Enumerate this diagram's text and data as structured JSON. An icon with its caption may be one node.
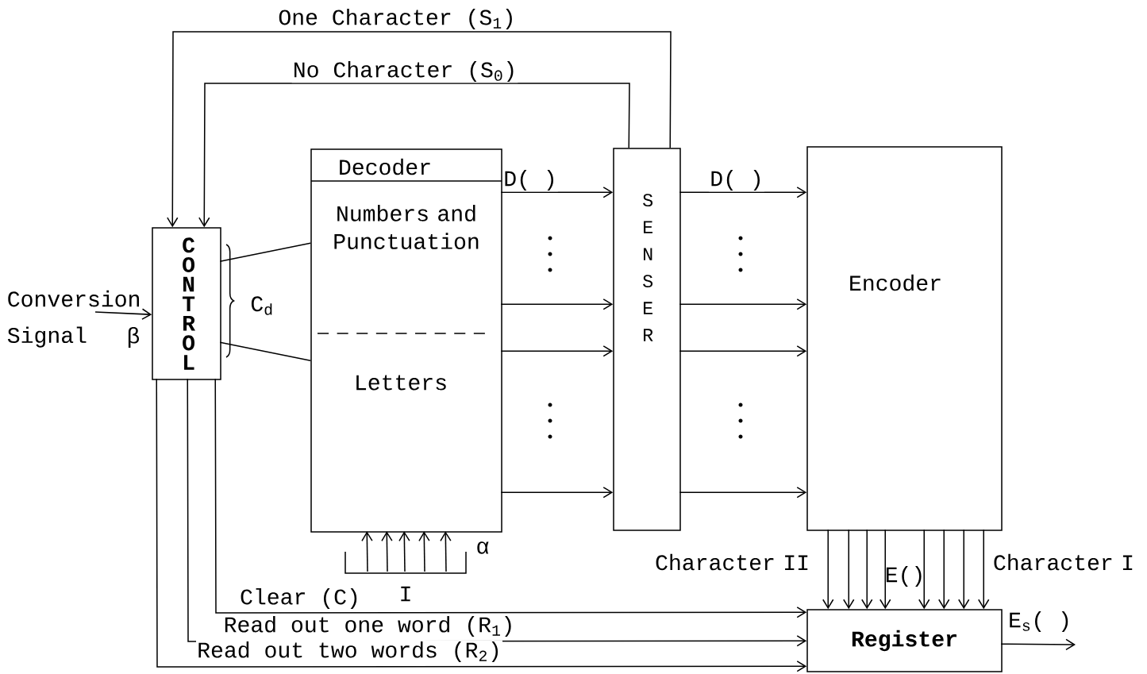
{
  "diagram": {
    "nodes": [
      {
        "text": [
          "CONTROL"
        ]
      },
      {
        "text": [
          "Decoder",
          "Numbers and Punctuation",
          "Letters"
        ]
      },
      {
        "text": [
          "SENSER"
        ]
      },
      {
        "text": [
          "Encoder"
        ]
      },
      {
        "text": [
          "Register"
        ]
      },
      {
        "text": [
          "I"
        ],
        "beside": [
          "α"
        ]
      },
      {
        "text": [
          "Conversion Signal"
        ]
      }
    ],
    "edges": [
      {
        "from": 2,
        "to": 0,
        "arrow": "to",
        "label": "One Character (S$_{1}$)"
      },
      {
        "from": 2,
        "to": 0,
        "arrow": "to",
        "label": "No Character (S$_{0}$)"
      },
      {
        "from": 6,
        "to": 0,
        "arrow": "to",
        "label": "β"
      },
      {
        "from": 0,
        "to": 1,
        "arrow": "none"
      },
      {
        "from": 0,
        "to": 1,
        "arrow": "none"
      },
      {
        "from": 5,
        "to": 1,
        "arrow": "to"
      },
      {
        "from": 5,
        "to": 1,
        "arrow": "to"
      },
      {
        "from": 5,
        "to": 1,
        "arrow": "to"
      },
      {
        "from": 5,
        "to": 1,
        "arrow": "to"
      },
      {
        "from": 5,
        "to": 1,
        "arrow": "to"
      },
      {
        "from": 1,
        "to": 2,
        "arrow": "to",
        "label": "D( )"
      },
      {
        "from": 1,
        "to": 2,
        "arrow": "to"
      },
      {
        "from": 1,
        "to": 2,
        "arrow": "to"
      },
      {
        "from": 1,
        "to": 2,
        "arrow": "to"
      },
      {
        "from": 2,
        "to": 3,
        "arrow": "to",
        "label": "D( )"
      },
      {
        "from": 2,
        "to": 3,
        "arrow": "to"
      },
      {
        "from": 2,
        "to": 3,
        "arrow": "to"
      },
      {
        "from": 2,
        "to": 3,
        "arrow": "to"
      },
      {
        "from": 3,
        "to": 4,
        "arrow": "to"
      },
      {
        "from": 3,
        "to": 4,
        "arrow": "to"
      },
      {
        "from": 3,
        "to": 4,
        "arrow": "to"
      },
      {
        "from": 3,
        "to": 4,
        "arrow": "to"
      },
      {
        "from": 3,
        "to": 4,
        "arrow": "to"
      },
      {
        "from": 3,
        "to": 4,
        "arrow": "to"
      },
      {
        "from": 3,
        "to": 4,
        "arrow": "to"
      },
      {
        "from": 3,
        "to": 4,
        "arrow": "to"
      },
      {
        "from": 0,
        "to": 4,
        "arrow": "to",
        "label": "Clear (C)"
      },
      {
        "from": 0,
        "to": 4,
        "arrow": "to",
        "label": "Read out one word (R$_{1}$)"
      },
      {
        "from": 0,
        "to": 4,
        "arrow": "to",
        "label": "Read out two words (R$_{2}$)"
      },
      {
        "from": 4,
        "to": null,
        "arrow": "to",
        "label": "E$_{s}$( )"
      }
    ],
    "labels": [
      "C$_{d}$",
      "Character II",
      "E()",
      "Character I"
    ]
  }
}
